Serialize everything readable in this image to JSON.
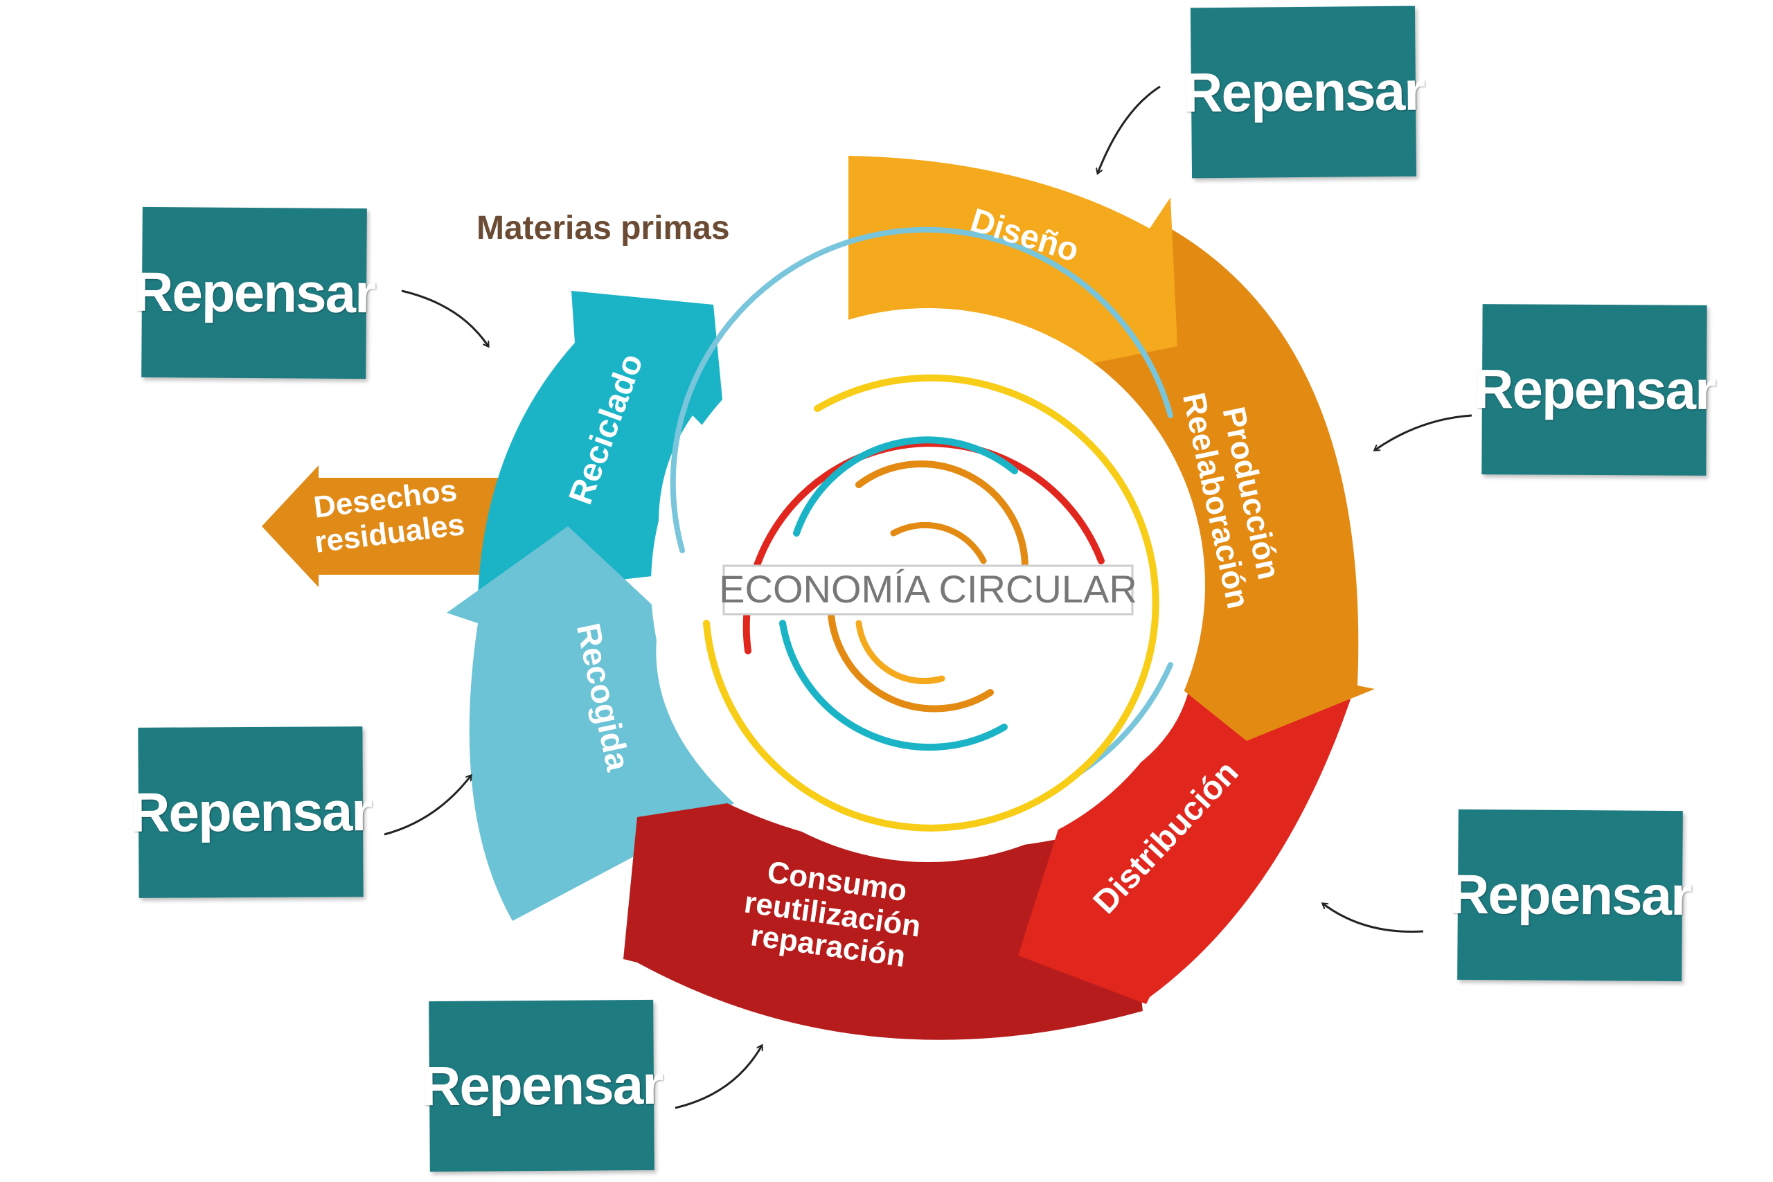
{
  "center_title": "ECONOMÍA CIRCULAR",
  "raw_materials_label": "Materias primas",
  "waste_label_lines": [
    "Desechos",
    "residuales"
  ],
  "stages": {
    "design": "Diseño",
    "production": [
      "Producción",
      "Reelaboración"
    ],
    "distribution": "Distribución",
    "consumption": [
      "Consumo",
      "reutilización",
      "reparación"
    ],
    "collection": "Recogida",
    "recycling": "Reciclado"
  },
  "notes": [
    "Repensar",
    "Repensar",
    "Repensar",
    "Repensar",
    "Repensar",
    "Repensar"
  ],
  "colors": {
    "design": "#f5a91c",
    "production": "#e38a12",
    "distribution": "#e0261d",
    "consumption": "#b71c1c",
    "collection": "#6cc3d6",
    "recycling": "#1ab4c6",
    "waste": "#e08a17",
    "note": "#1e7b80",
    "materials_text": "#6b4b33"
  }
}
